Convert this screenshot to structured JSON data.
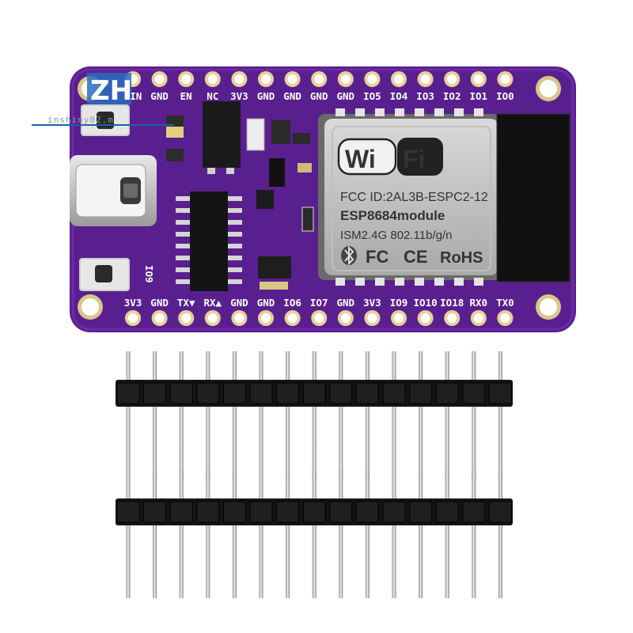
{
  "watermark": {
    "logo_text": "ZH",
    "store_text": "inshiny02.m"
  },
  "board": {
    "top_pins": [
      "VIN",
      "GND",
      "EN",
      "NC",
      "3V3",
      "GND",
      "GND",
      "GND",
      "GND",
      "IO5",
      "IO4",
      "IO3",
      "IO2",
      "IO1",
      "IO0"
    ],
    "bottom_pins": [
      "3V3",
      "GND",
      "TX▼",
      "RX▲",
      "GND",
      "GND",
      "IO6",
      "IO7",
      "GND",
      "3V3",
      "IO9",
      "IO10",
      "IO18",
      "RX0",
      "TX0"
    ],
    "button_label": "IO9"
  },
  "module": {
    "logo_left": "Wi",
    "logo_right": "Fi",
    "fcc": "FCC ID:2AL3B-ESPC2-12",
    "model": "ESP8684module",
    "spec": "ISM2.4G  802.11b/g/n",
    "cert_fc": "FC",
    "cert_ce": "CE",
    "cert_rohs": "RoHS"
  },
  "colors": {
    "pcb": "#5a1f8f",
    "gold": "#e7d29a",
    "module_shield": "#bdbdbd",
    "header_plastic": "#141414"
  }
}
